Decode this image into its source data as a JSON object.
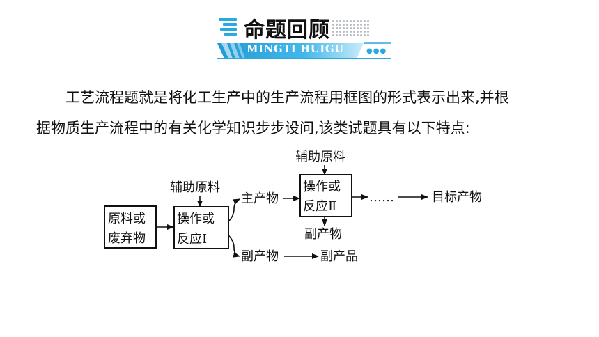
{
  "header": {
    "title": "命题回顾",
    "subtitle": "MINGTI HUIGU"
  },
  "paragraph": {
    "line1": "工艺流程题就是将化工生产中的生产流程用框图的形式表示出来,并根",
    "line2": "据物质生产流程中的有关化学知识步步设问,该类试题具有以下特点:"
  },
  "flowchart": {
    "raw_box": [
      "原料或",
      "废弃物"
    ],
    "op1_box": [
      "操作或",
      "反应Ⅰ"
    ],
    "op2_box": [
      "操作或",
      "反应Ⅱ"
    ],
    "aux1": "辅助原料",
    "aux2": "辅助原料",
    "main_product": "主产物",
    "byproduct_top": "副产物",
    "byproduct_bottom": "副产物",
    "by_product_goods": "副产品",
    "target": "目标产物",
    "ellipsis": "……"
  }
}
